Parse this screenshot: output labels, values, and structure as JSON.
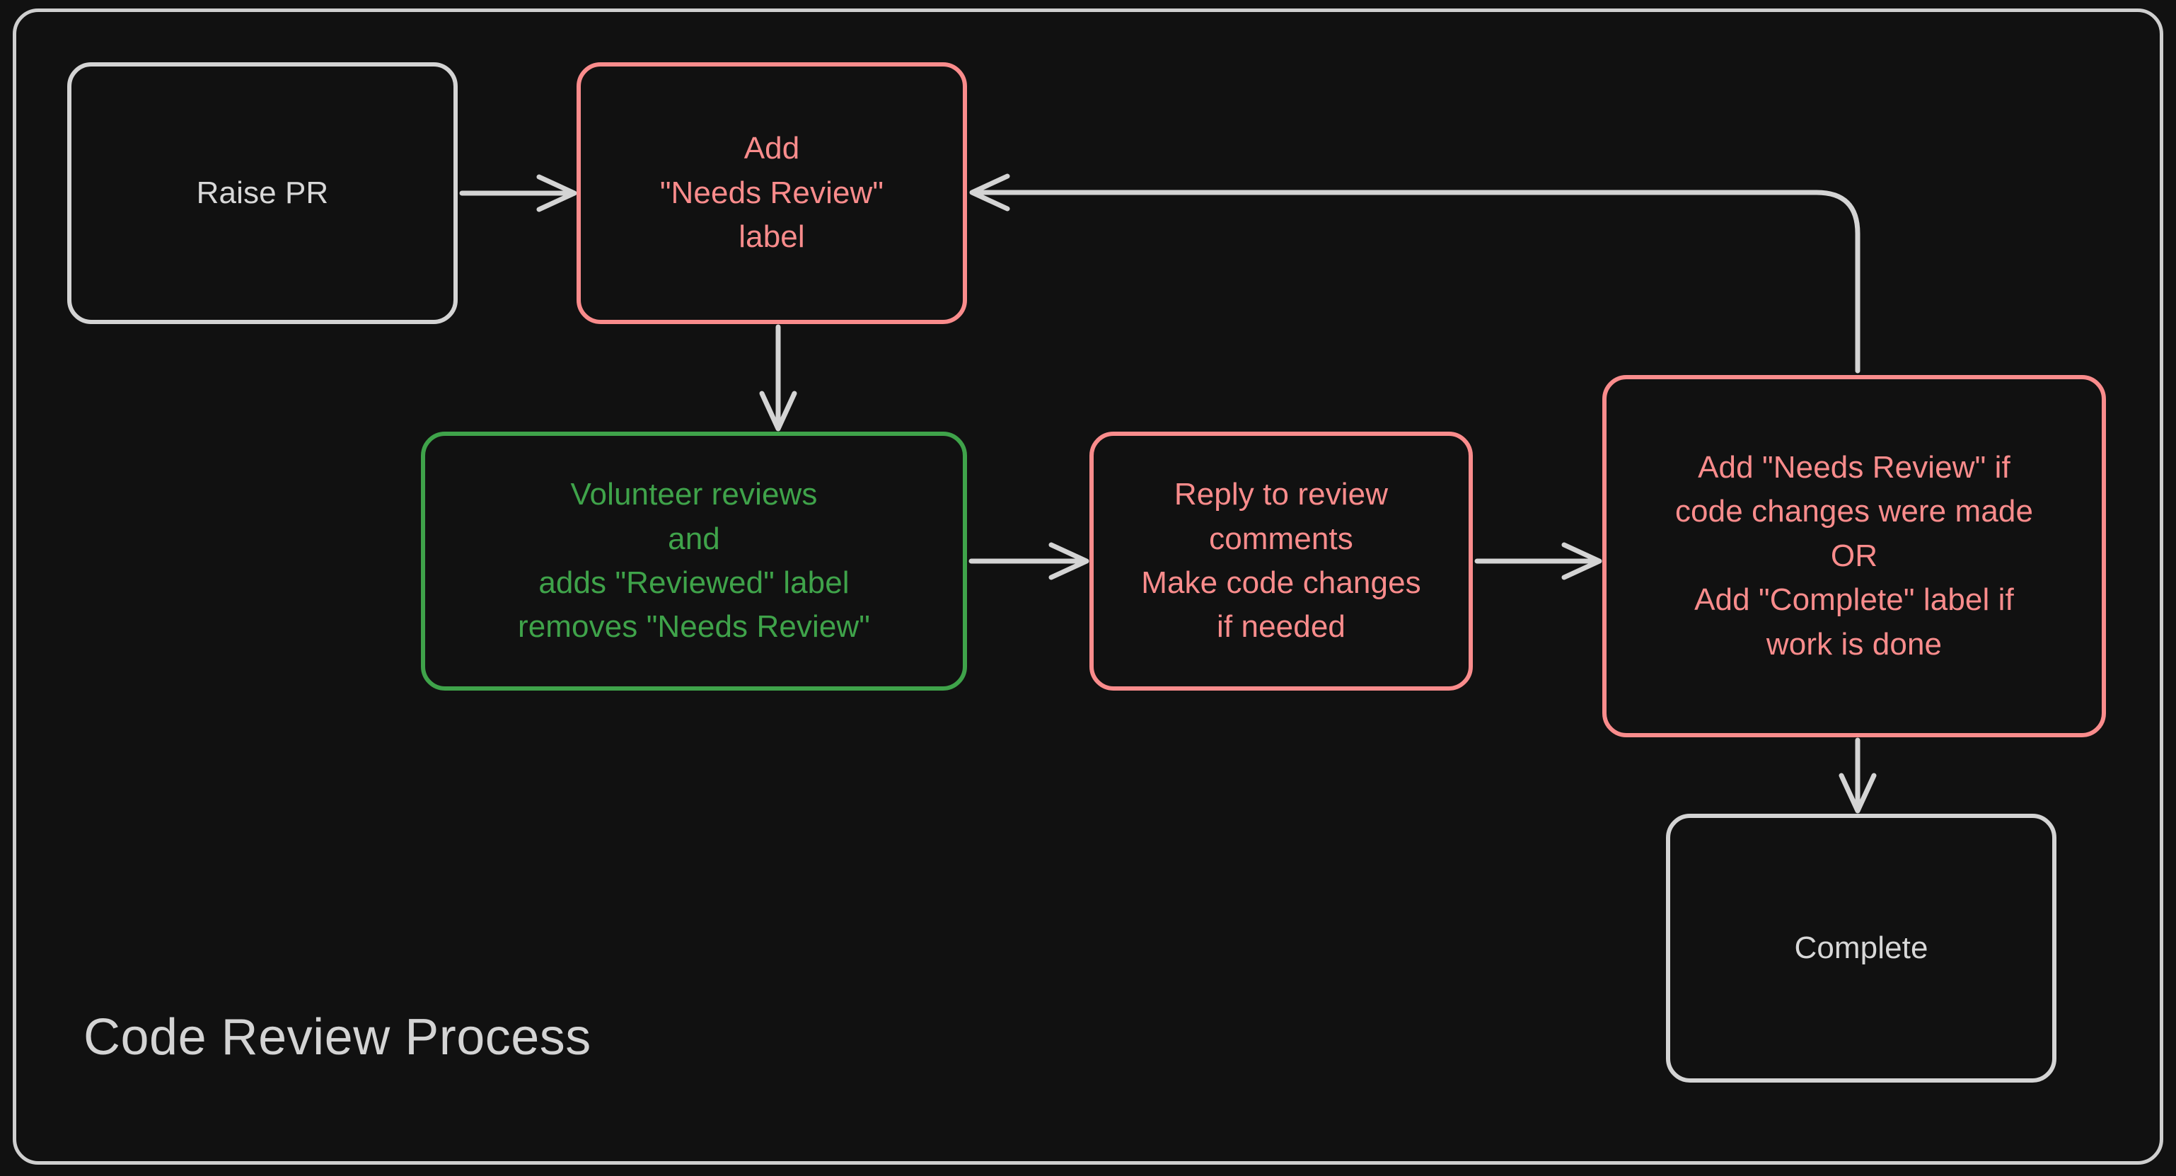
{
  "diagram": {
    "title": "Code Review Process",
    "background_color": "#111111",
    "frame_border_color": "#cfcfcf",
    "colors": {
      "neutral": "#d4d4d4",
      "accent": "#fa8c8c",
      "success": "#3fa34a",
      "arrow": "#d4d4d4"
    },
    "nodes": [
      {
        "id": "raise-pr",
        "label": "Raise PR",
        "style": "neutral"
      },
      {
        "id": "add-needs-review-label",
        "label": "Add\n\"Needs Review\"\nlabel",
        "style": "accent"
      },
      {
        "id": "volunteer-reviews",
        "label": "Volunteer reviews\nand\nadds \"Reviewed\" label\nremoves \"Needs Review\"",
        "style": "success"
      },
      {
        "id": "reply-to-review",
        "label": "Reply to review\ncomments\nMake code changes\nif needed",
        "style": "accent"
      },
      {
        "id": "relabel-decision",
        "label": "Add \"Needs Review\" if\ncode changes were made\nOR\nAdd \"Complete\" label if\nwork is done",
        "style": "accent"
      },
      {
        "id": "complete",
        "label": "Complete",
        "style": "neutral"
      }
    ],
    "edges": [
      {
        "id": "edge-raise-pr-to-add-label",
        "from": "raise-pr",
        "to": "add-needs-review-label",
        "direction": "right"
      },
      {
        "id": "edge-add-label-to-volunteer",
        "from": "add-needs-review-label",
        "to": "volunteer-reviews",
        "direction": "down"
      },
      {
        "id": "edge-volunteer-to-reply",
        "from": "volunteer-reviews",
        "to": "reply-to-review",
        "direction": "right"
      },
      {
        "id": "edge-reply-to-decision",
        "from": "reply-to-review",
        "to": "relabel-decision",
        "direction": "right"
      },
      {
        "id": "edge-decision-to-add-label-loop",
        "from": "relabel-decision",
        "to": "add-needs-review-label",
        "direction": "loop-back"
      },
      {
        "id": "edge-decision-to-complete",
        "from": "relabel-decision",
        "to": "complete",
        "direction": "down"
      }
    ]
  }
}
